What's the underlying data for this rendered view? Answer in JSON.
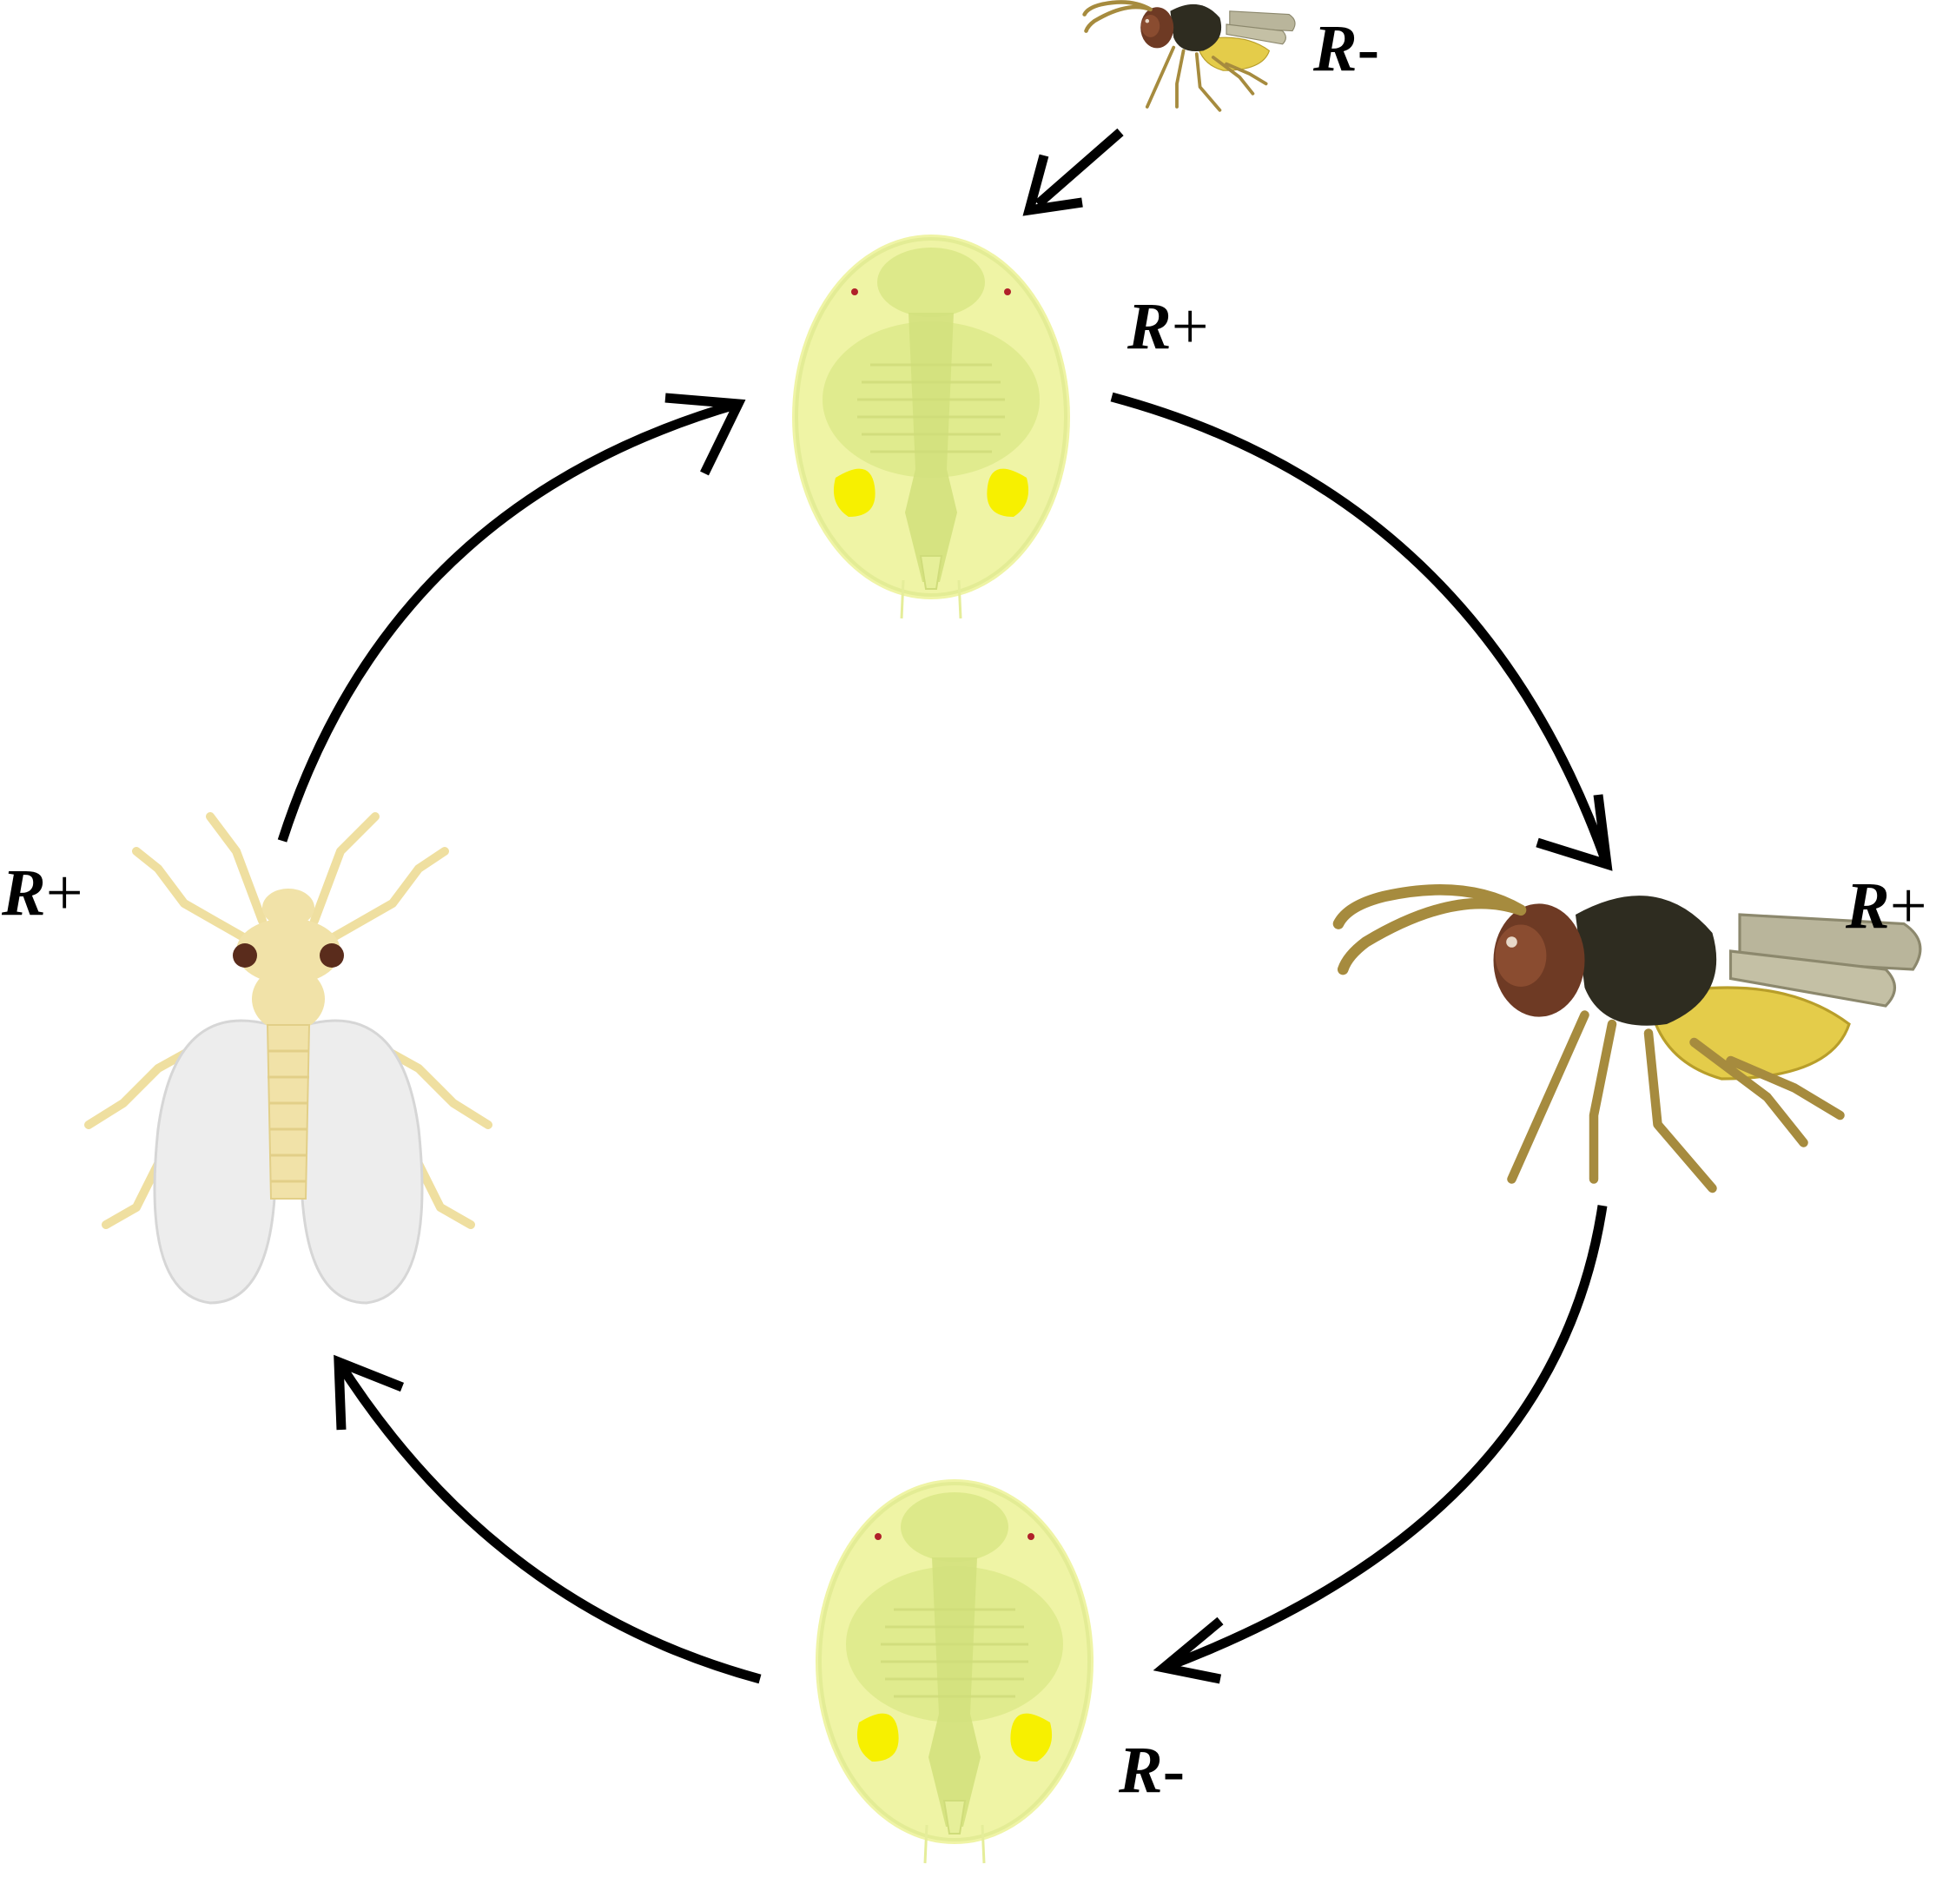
{
  "colors": {
    "arrow": "#000000",
    "nymph_body": "#eef3a0",
    "nymph_inner": "#dde98a",
    "nymph_spot": "#f7f000",
    "whitefly_body": "#f1e2a8",
    "whitefly_wing": "#ededed",
    "wasp_thorax": "#2e2c20",
    "wasp_head": "#6e3a24",
    "wasp_abdomen": "#e4cc4a",
    "wasp_wing": "#b9b59b",
    "wasp_leg": "#a68b3e"
  },
  "labels": {
    "small_wasp": {
      "symbol": "R",
      "sign": "-"
    },
    "top_nymph": {
      "symbol": "R",
      "sign": "+"
    },
    "whitefly": {
      "symbol": "R",
      "sign": "+"
    },
    "large_wasp": {
      "symbol": "R",
      "sign": "+"
    },
    "bottom_nymph": {
      "symbol": "R",
      "sign": "-"
    }
  }
}
